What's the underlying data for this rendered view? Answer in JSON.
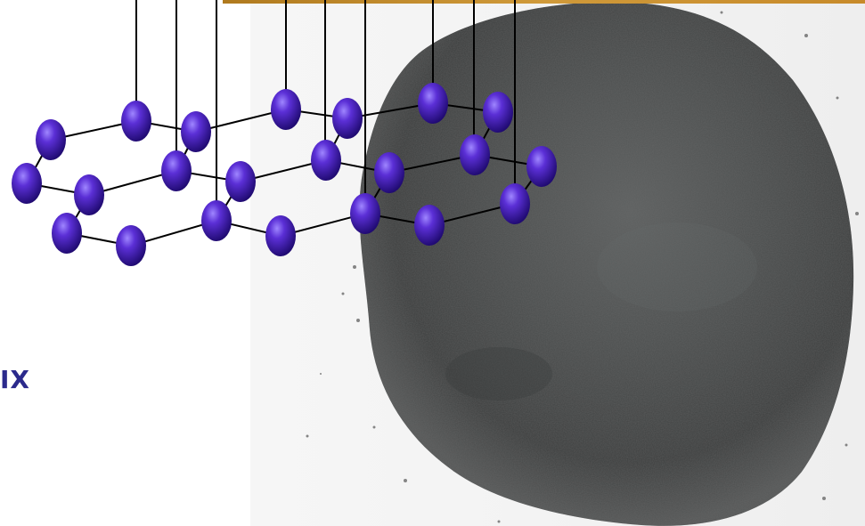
{
  "page": {
    "side_label": "IX"
  },
  "colors": {
    "atom": "#5b2fd6",
    "atom_dark": "#2a0e8a",
    "bond": "#000000",
    "powder": "#4a4d4d",
    "accent_bar": "#c78a2a",
    "label": "#2b2a8c"
  },
  "illustration": {
    "subject": "graphite-lattice",
    "photo": "graphite-powder"
  }
}
